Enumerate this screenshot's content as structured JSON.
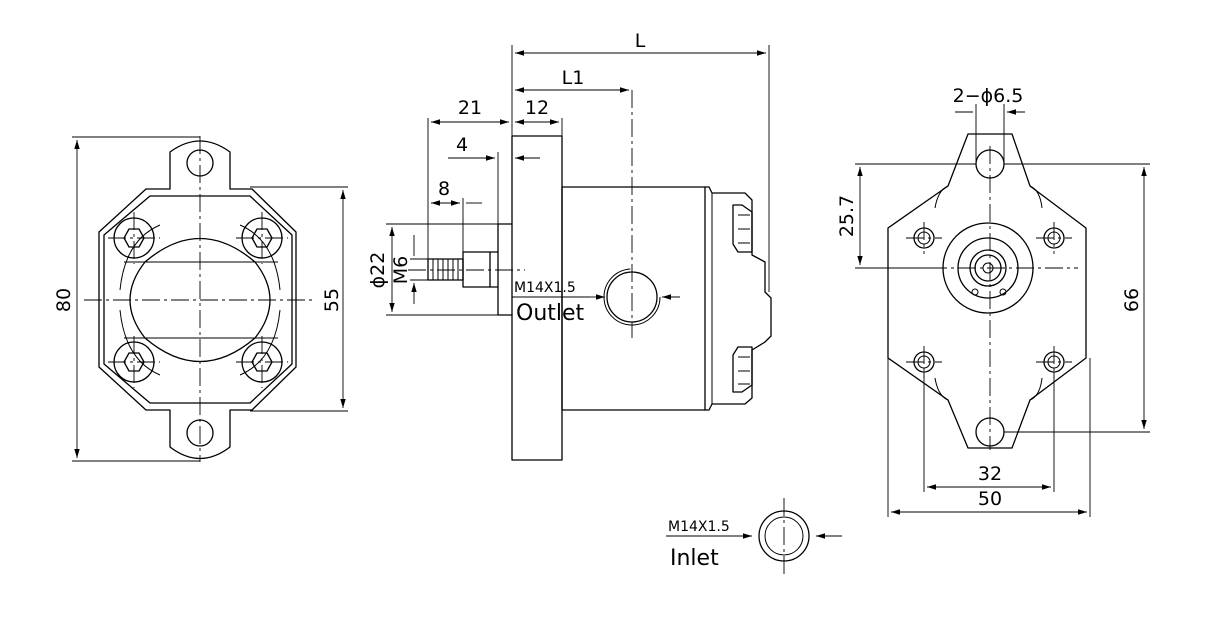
{
  "front_view": {
    "dim_height": "80",
    "dim_flange": "55"
  },
  "side_view": {
    "dim_length": "L",
    "dim_l1": "L1",
    "dim_21": "21",
    "dim_12": "12",
    "dim_4": "4",
    "dim_8": "8",
    "dim_shaft_dia": "ϕ22",
    "dim_thread": "M6",
    "outlet_thread": "M14X1.5",
    "outlet_label": "Outlet"
  },
  "rear_view": {
    "dim_holes": "2−ϕ6.5",
    "dim_offset": "25.7",
    "dim_height": "66",
    "dim_inner": "32",
    "dim_outer": "50"
  },
  "inlet": {
    "thread": "M14X1.5",
    "label": "Inlet"
  }
}
